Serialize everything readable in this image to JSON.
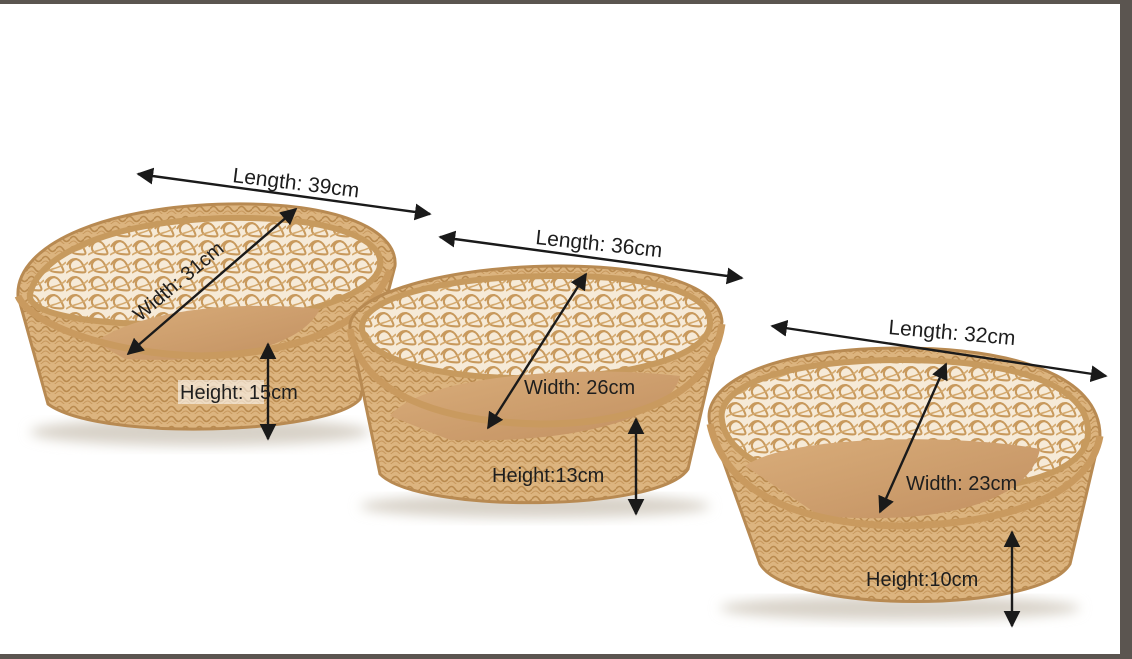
{
  "product_image": {
    "baskets": [
      {
        "length": "Length: 39cm",
        "width": "Width: 31cm",
        "height": "Height: 15cm"
      },
      {
        "length": "Length: 36cm",
        "width": "Width: 26cm",
        "height": "Height:13cm"
      },
      {
        "length": "Length: 32cm",
        "width": "Width: 23cm",
        "height": "Height:10cm"
      }
    ],
    "colors": {
      "wicker": "#d9b27c",
      "wicker_dark": "#b98a4e",
      "base_wood": "#cfa06c",
      "arrow": "#1a1a1a",
      "frame": "#5b5550"
    }
  }
}
